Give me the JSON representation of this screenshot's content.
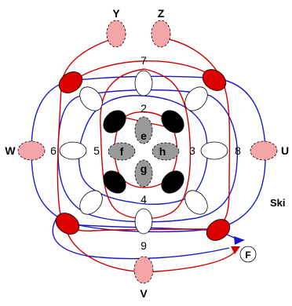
{
  "outer_labels": {
    "top_left": "Y",
    "top_right": "Z",
    "left": "W",
    "right": "U",
    "bottom": "V",
    "exit": "F"
  },
  "numbers": {
    "n2": "2",
    "n3": "3",
    "n4": "4",
    "n5": "5",
    "n6": "6",
    "n7": "7",
    "n8": "8",
    "n9": "9"
  },
  "center_labels": {
    "top": "e",
    "left": "f",
    "right": "h",
    "bottom": "g"
  },
  "side_text": "Ski",
  "colors": {
    "red_path": "#cc0000",
    "blue_path": "#1a1acc",
    "pink_node": "#f4a6a6",
    "red_node": "#dd0000",
    "gray_node": "#9a9a9a",
    "black_node": "#000000"
  }
}
